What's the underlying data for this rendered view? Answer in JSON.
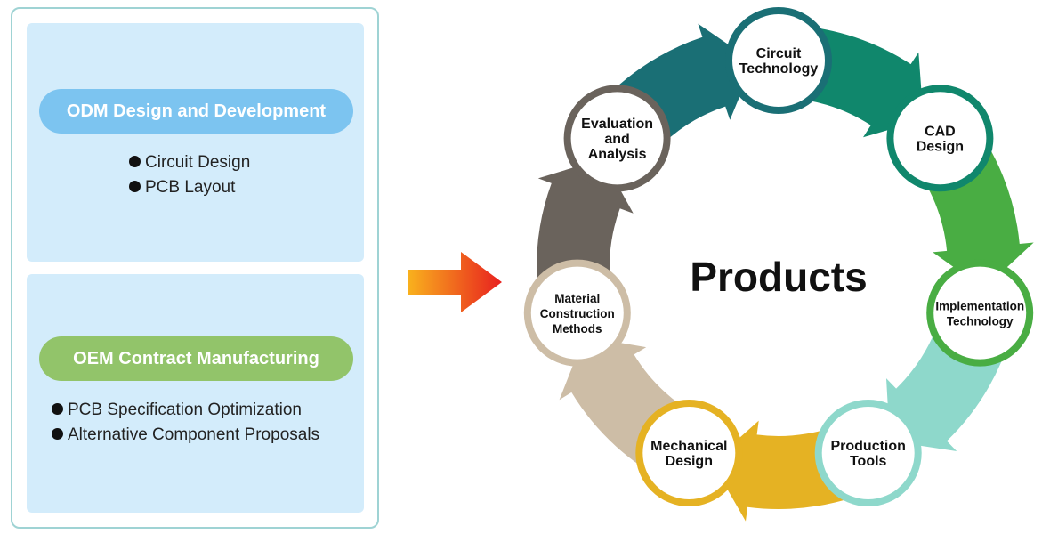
{
  "odm": {
    "title": "ODM Design and Development",
    "bullets": [
      "Circuit Design",
      "PCB Layout"
    ]
  },
  "oem": {
    "title": "OEM Contract Manufacturing",
    "bullets": [
      "PCB Specification Optimization",
      "Alternative Component Proposals"
    ]
  },
  "cycle": {
    "center_label": "Products",
    "stages": [
      {
        "lines": [
          "Circuit",
          "Technology"
        ],
        "color": "#1a6f75"
      },
      {
        "lines": [
          "CAD",
          "Design"
        ],
        "color": "#10876c"
      },
      {
        "lines": [
          "Implementation",
          "Technology"
        ],
        "color": "#49ad43"
      },
      {
        "lines": [
          "Production",
          "Tools"
        ],
        "color": "#8ed8cb"
      },
      {
        "lines": [
          "Mechanical",
          "Design"
        ],
        "color": "#e5b223"
      },
      {
        "lines": [
          "Material",
          "Construction",
          "Methods"
        ],
        "color": "#cdbda6"
      },
      {
        "lines": [
          "Evaluation",
          "and",
          "Analysis"
        ],
        "color": "#6a635c"
      }
    ]
  },
  "colors": {
    "panel_border": "#9fd3d4",
    "section_bg": "#d3ecfb",
    "odm_pill": "#7cc4f0",
    "oem_pill": "#92c46a",
    "arrow_start": "#f9b21d",
    "arrow_end": "#e8201f"
  }
}
